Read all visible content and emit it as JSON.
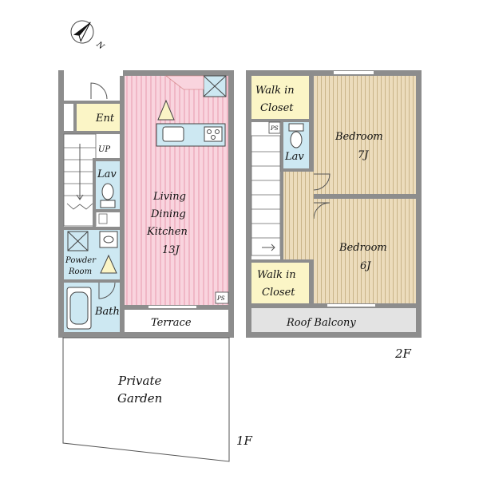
{
  "compass": {
    "north_label": "N"
  },
  "floor1": {
    "floor_label": "1F",
    "entrance": "Ent",
    "up_label": "UP",
    "lav": "Lav",
    "ldk": {
      "line1": "Living",
      "line2": "Dining",
      "line3": "Kitchen",
      "size": "13J"
    },
    "powder": {
      "line1": "Powder",
      "line2": "Room"
    },
    "bath": "Bath",
    "terrace": "Terrace",
    "ps": "PS",
    "garden": {
      "line1": "Private",
      "line2": "Garden"
    }
  },
  "floor2": {
    "floor_label": "2F",
    "walk_in_closet_top": {
      "line1": "Walk in",
      "line2": "Closet"
    },
    "walk_in_closet_bottom": {
      "line1": "Walk in",
      "line2": "Closet"
    },
    "ps": "PS",
    "lav": "Lav",
    "bedroom_top": {
      "name": "Bedroom",
      "size": "7J"
    },
    "bedroom_bottom": {
      "name": "Bedroom",
      "size": "6J"
    },
    "roof_balcony": "Roof Balcony"
  },
  "colors": {
    "ldk_fill": "#f9d4de",
    "bedroom_fill": "#ecdcbc",
    "closet_fill": "#fbf5c6",
    "wet_fill": "#cde8f2",
    "balcony_fill": "#e3e3e3",
    "wall": "#8d8d8d"
  }
}
